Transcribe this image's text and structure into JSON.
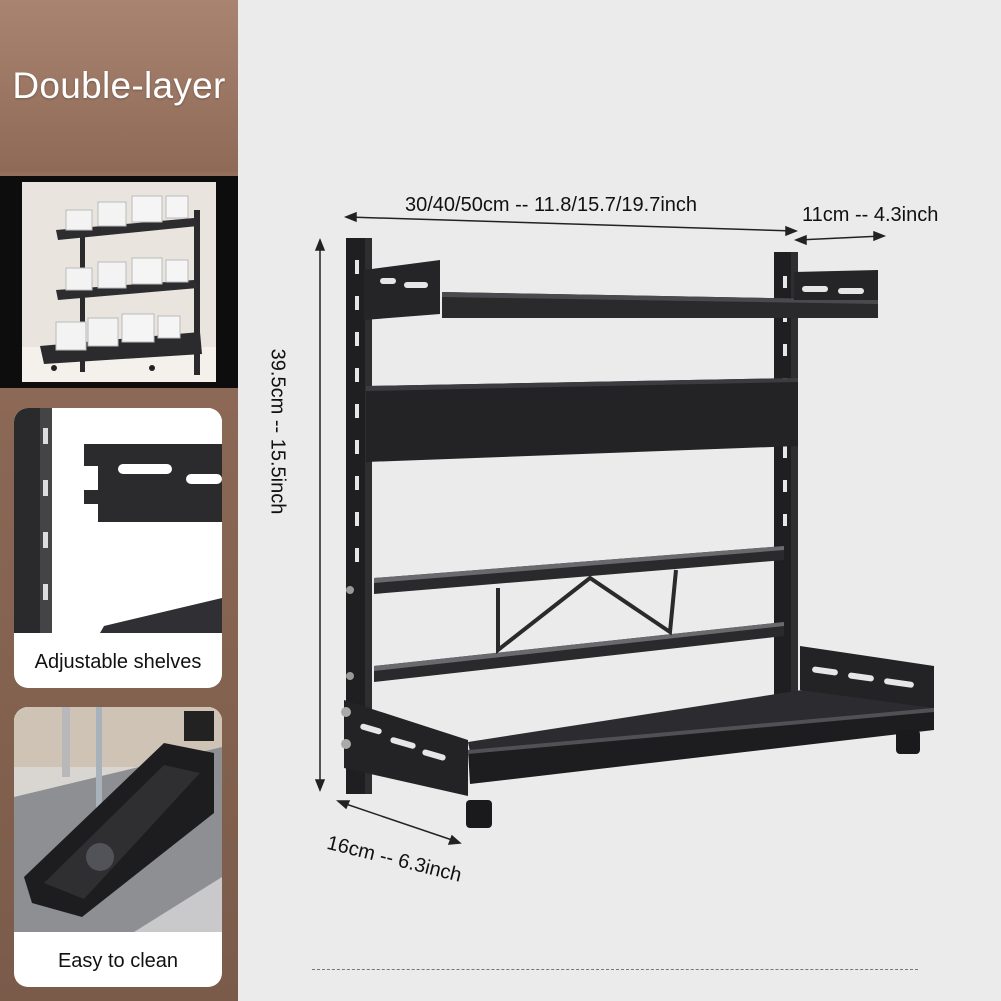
{
  "panel": {
    "title": "Double-layer",
    "feature_1": "Adjustable shelves",
    "feature_2": "Easy to clean"
  },
  "dimensions": {
    "width": "30/40/50cm -- 11.8/15.7/19.7inch",
    "depth_top": "11cm -- 4.3inch",
    "height": "39.5cm -- 15.5inch",
    "depth_bottom": "16cm -- 6.3inch"
  },
  "colors": {
    "panel_brown": "#8e6a57",
    "rack_black": "#1f1f21",
    "background": "#ebebeb"
  }
}
